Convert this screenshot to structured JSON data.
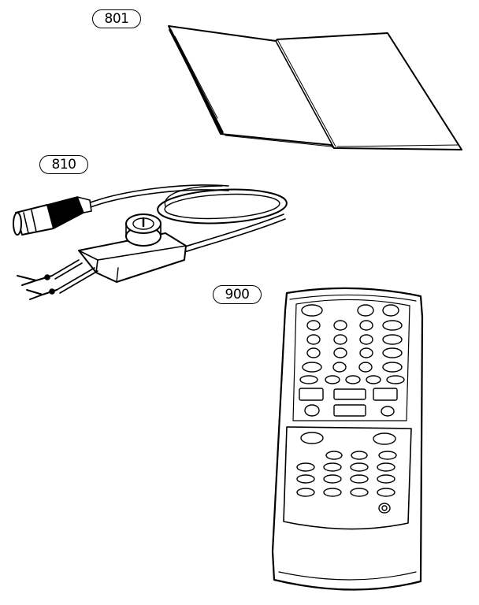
{
  "labels": {
    "manual": "801",
    "cable": "810",
    "remote": "900"
  },
  "colors": {
    "line": "#000000",
    "background": "#ffffff"
  }
}
